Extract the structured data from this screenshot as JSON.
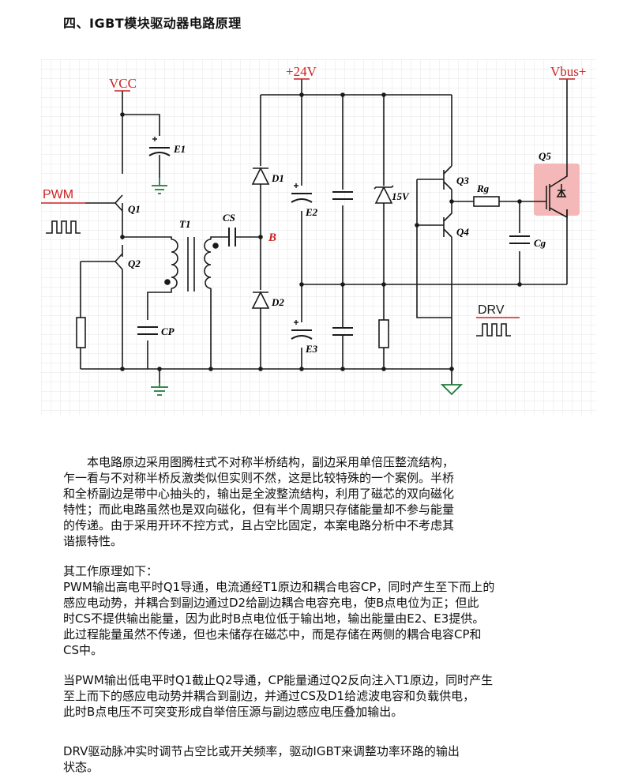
{
  "heading": "四、IGBT模块驱动器电路原理",
  "circuit": {
    "labels": {
      "vcc": "VCC",
      "plus24": "+24V",
      "vbus": "Vbus+",
      "pwm": "PWM",
      "drv": "DRV",
      "e1": "E1",
      "q1": "Q1",
      "q2": "Q2",
      "t1": "T1",
      "cs": "CS",
      "b": "B",
      "d1": "D1",
      "d2": "D2",
      "e2": "E2",
      "e3": "E3",
      "v15": "15V",
      "q3": "Q3",
      "q4": "Q4",
      "rg": "Rg",
      "q5": "Q5",
      "cg": "Cg",
      "cp": "CP"
    },
    "colors": {
      "wire": "#1a1a1a",
      "red": "#cc2222",
      "green": "#1e7a3c",
      "grid": "#e4e4e4",
      "highlight": "#f4b8b8"
    }
  },
  "paragraphs": {
    "p1": [
      "本电路原边采用图腾柱式不对称半桥结构，副边采用单倍压整流结构，",
      "乍一看与不对称半桥反激类似但实则不然，这是比较特殊的一个案例。半桥",
      "和全桥副边是带中心抽头的，输出是全波整流结构，利用了磁芯的双向磁化",
      "特性；而此电路虽然也是双向磁化，但有半个周期只存储能量却不参与能量",
      "的传递。由于采用开环不控方式，且占空比固定，本案电路分析中不考虑其",
      "谐振特性。"
    ],
    "p2": [
      "其工作原理如下：",
      "PWM输出高电平时Q1导通，电流通经T1原边和耦合电容CP，同时产生至下而上的",
      "感应电动势，并耦合到副边通过D2给副边耦合电容充电，使B点电位为正；但此",
      "时CS不提供输出能量，因为此时B点电位低于输出地，输出能量由E2、E3提供。",
      "此过程能量虽然不传递，但也未储存在磁芯中，而是存储在两侧的耦合电容CP和",
      "CS中。"
    ],
    "p3": [
      "当PWM输出低电平时Q1截止Q2导通，CP能量通过Q2反向注入T1原边，同时产生",
      "至上而下的感应电动势并耦合到副边，并通过CS及D1给滤波电容和负载供电，",
      "此时B点电压不可突变形成自举倍压源与副边感应电压叠加输出。"
    ],
    "p4": [
      "DRV驱动脉冲实时调节占空比或开关频率，驱动IGBT来调整功率环路的输出",
      "状态。"
    ]
  }
}
